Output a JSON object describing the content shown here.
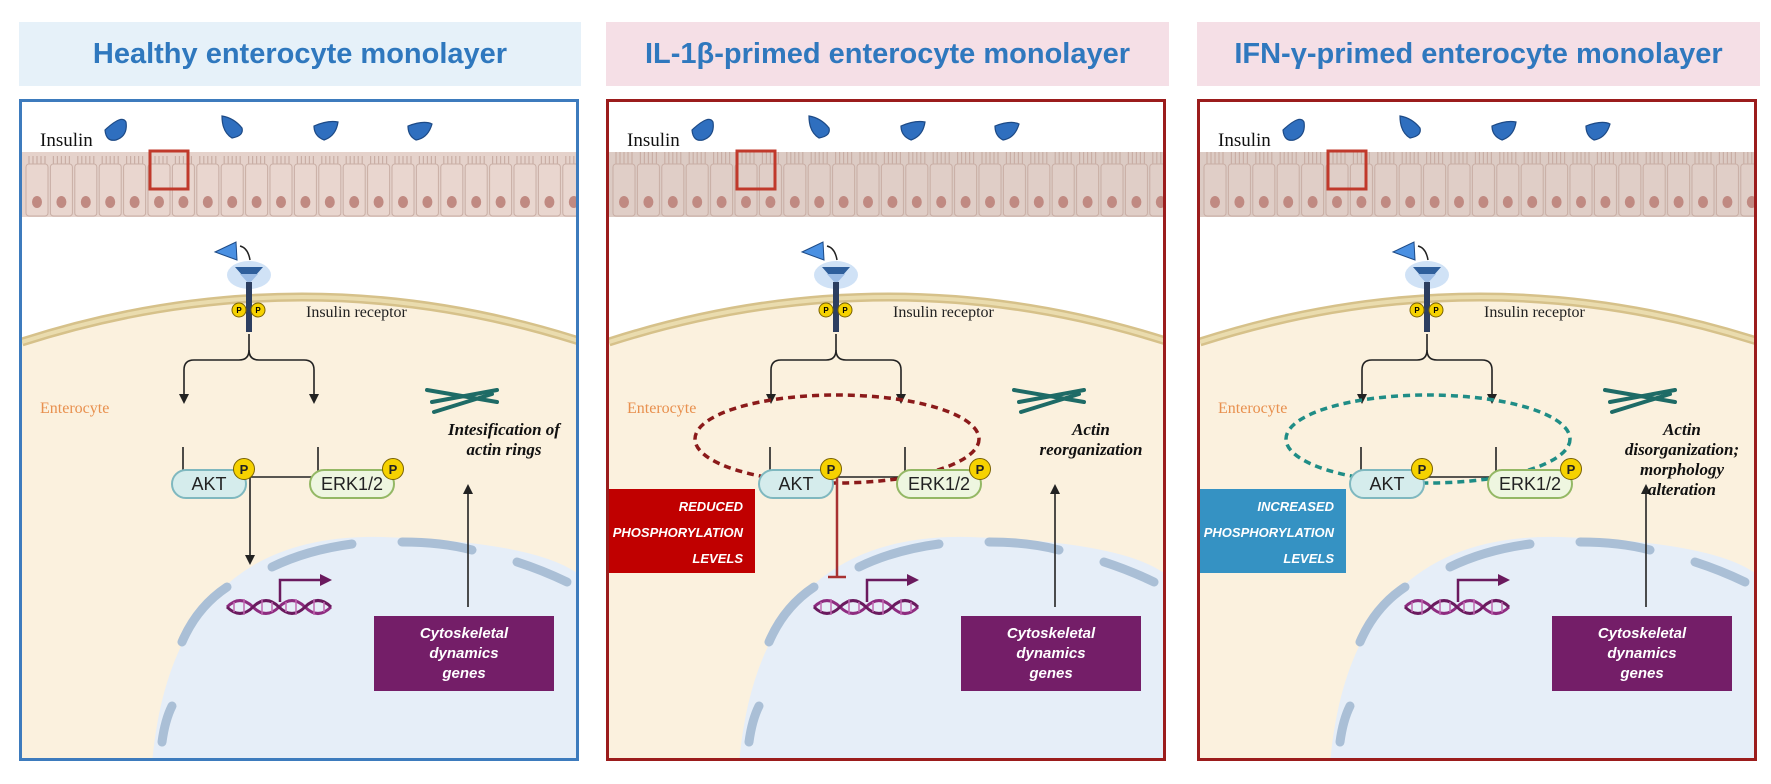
{
  "panels": [
    {
      "title": "Healthy enterocyte monolayer",
      "insulin_label": "Insulin",
      "receptor_label": "Insulin receptor",
      "cell_label": "Enterocyte",
      "akt_label": "AKT",
      "erk_label": "ERK1/2",
      "phospho_badge": "P",
      "effect_label": "Intesification of actin rings",
      "genes_label": "Cytoskeletal\ndynamics\ngenes",
      "phosphorylation_label": ""
    },
    {
      "title": "IL-1β-primed enterocyte monolayer",
      "insulin_label": "Insulin",
      "receptor_label": "Insulin receptor",
      "cell_label": "Enterocyte",
      "akt_label": "AKT",
      "erk_label": "ERK1/2",
      "phospho_badge": "P",
      "effect_label": "Actin reorganization",
      "genes_label": "Cytoskeletal\ndynamics\ngenes",
      "phosphorylation_label": "REDUCED\nPHOSPHORYLATION\nLEVELS"
    },
    {
      "title": "IFN-γ-primed enterocyte monolayer",
      "insulin_label": "Insulin",
      "receptor_label": "Insulin receptor",
      "cell_label": "Enterocyte",
      "akt_label": "AKT",
      "erk_label": "ERK1/2",
      "phospho_badge": "P",
      "effect_label": "Actin disorganization; morphology alteration",
      "genes_label": "Cytoskeletal\ndynamics\ngenes",
      "phosphorylation_label": "INCREASED\nPHOSPHORYLATION\nLEVELS"
    }
  ],
  "colors": {
    "title_text": "#2f78be",
    "healthy_border": "#3d7bbd",
    "primed_border": "#9b1c1c",
    "reduced_box": "#c00000",
    "increased_box": "#3592c3",
    "genes_box": "#741e68",
    "insulin": "#2f6fbf",
    "cytoplasm": "#fbf1de",
    "nucleus": "#e6eef8"
  }
}
